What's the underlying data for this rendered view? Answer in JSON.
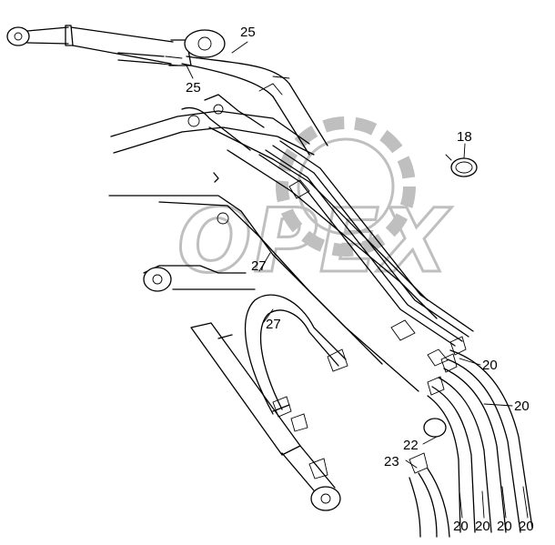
{
  "watermark": {
    "text": "OPEX",
    "color": "#bfbfbf"
  },
  "callouts": {
    "label_25_top": "25",
    "label_25_mid": "25",
    "label_18": "18",
    "label_27_upper": "27",
    "label_27_lower": "27",
    "label_20_a": "20",
    "label_20_b": "20",
    "label_22": "22",
    "label_23": "23",
    "label_20_c": "20",
    "label_20_d": "20",
    "label_20_e": "20",
    "label_20_f": "20"
  },
  "colors": {
    "line": "#000000",
    "background": "#ffffff"
  }
}
